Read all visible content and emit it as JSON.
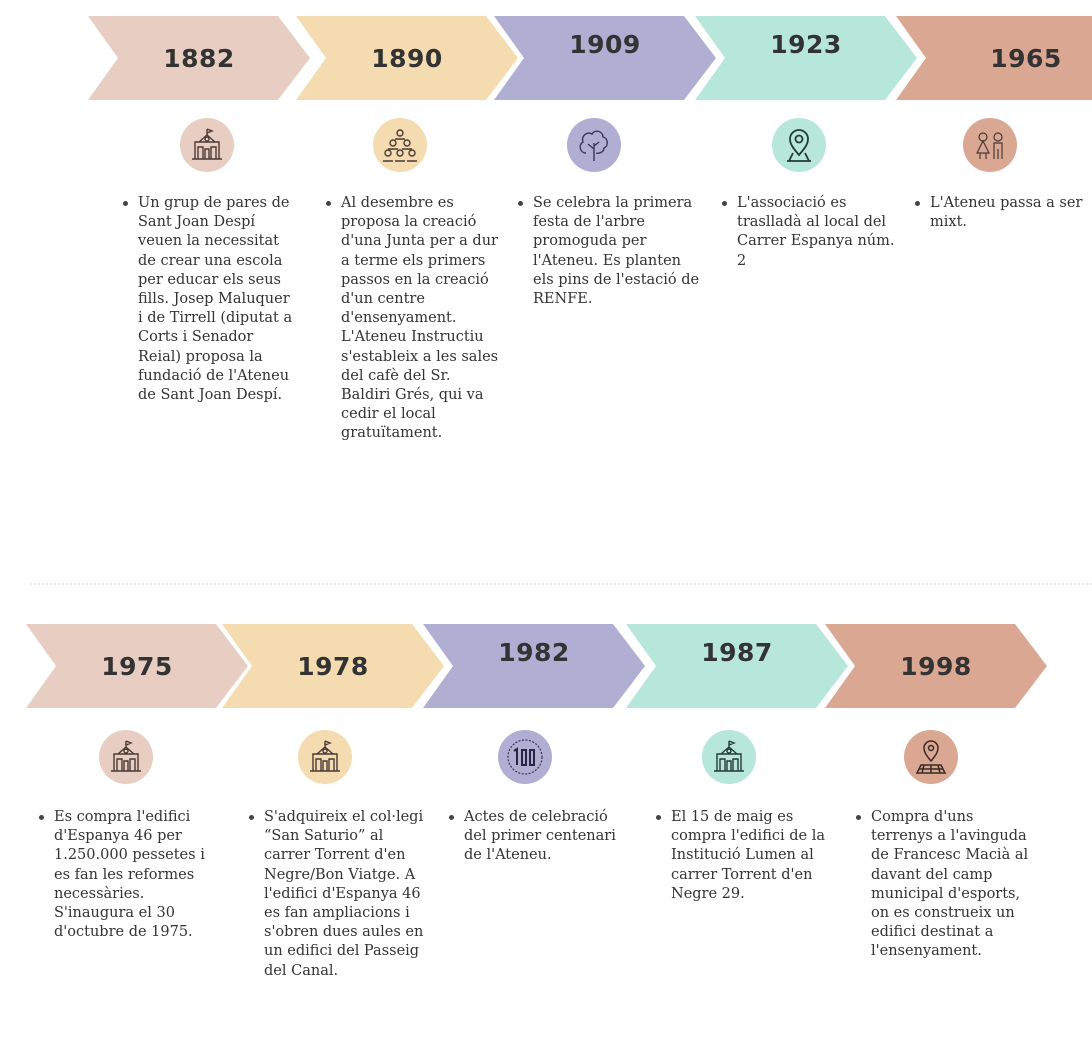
{
  "colors": {
    "pink": "#e8cec2",
    "peach": "#f4dcb0",
    "lavender": "#b1aed3",
    "mint": "#b7e6da",
    "terracotta": "#d9a792"
  },
  "timeline": [
    {
      "year": "1882",
      "icon": "school-building-icon",
      "text": "Un grup de pares de Sant Joan Despí veuen la necessitat de crear una escola per educar els seus fills. Josep Maluquer i de Tirrell (diputat a Corts i Senador Reial) proposa la fundació de l'Ateneu de Sant Joan Despí."
    },
    {
      "year": "1890",
      "icon": "group-people-icon",
      "text": "Al desembre es proposa la creació d'una Junta per a dur a terme els primers passos en la creació d'un centre d'ensenyament. L'Ateneu Instructiu s'estableix a les sales del cafè del Sr. Baldiri Grés, qui va cedir el local gratuïtament."
    },
    {
      "year": "1909",
      "icon": "tree-icon",
      "text": "Se celebra la primera festa de l'arbre promoguda per l'Ateneu. Es planten els pins de l'estació de RENFE."
    },
    {
      "year": "1923",
      "icon": "map-pin-icon",
      "text": "L'associació es traslladà al local del Carrer Espanya núm. 2"
    },
    {
      "year": "1965",
      "icon": "children-icon",
      "text": "L'Ateneu passa a ser mixt."
    },
    {
      "year": "1975",
      "icon": "school-building-icon",
      "text": "Es compra l'edifici d'Espanya 46 per 1.250.000 pessetes i es fan les reformes necessàries. S'inaugura el 30 d'octubre de 1975."
    },
    {
      "year": "1978",
      "icon": "school-building-icon",
      "text": "S'adquireix el col·legi “San Saturio” al carrer Torrent d'en Negre/Bon Viatge. A l'edifici d'Espanya 46 es fan ampliacions i s'obren dues aules en un edifici del Passeig del Canal."
    },
    {
      "year": "1982",
      "icon": "centenary-100-icon",
      "text": "Actes de celebració del primer centenari de l'Ateneu."
    },
    {
      "year": "1987",
      "icon": "school-building-icon",
      "text": "El 15 de maig es compra l'edifici de la Institució Lumen al carrer Torrent d'en Negre 29."
    },
    {
      "year": "1998",
      "icon": "land-location-icon",
      "text": "Compra d'uns terrenys a l'avinguda de Francesc Macià al davant del camp municipal d'esports, on es construeix un edifici destinat a l'ensenyament."
    }
  ]
}
